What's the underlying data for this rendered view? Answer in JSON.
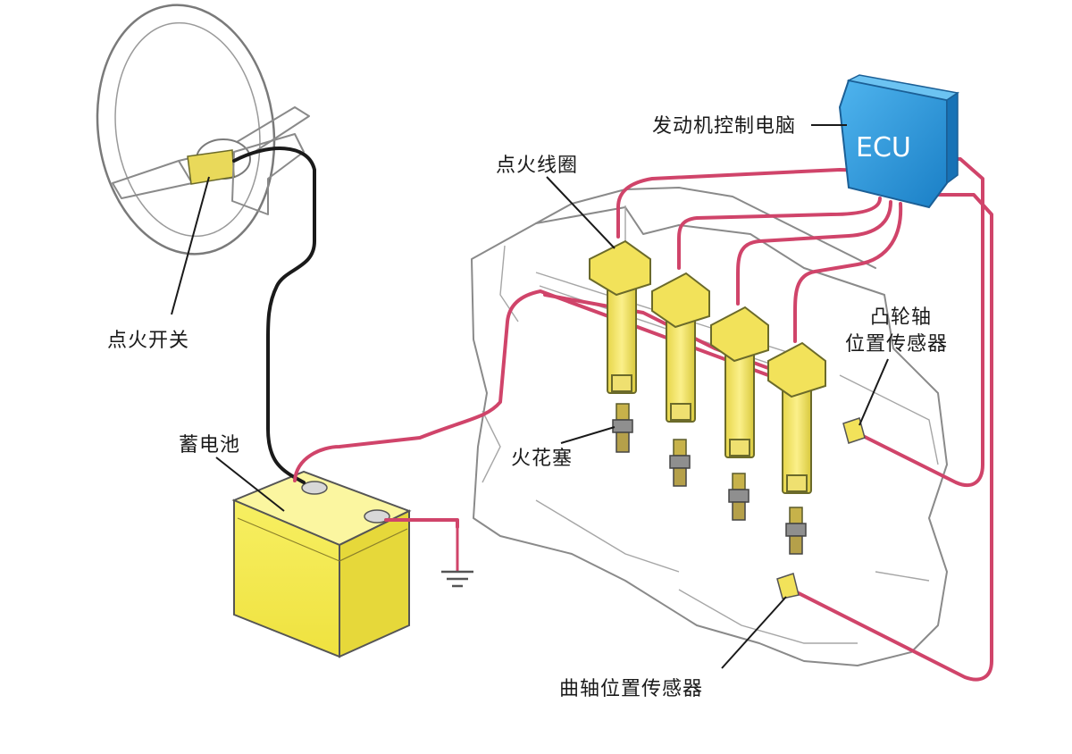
{
  "labels": {
    "ecu_name": "发动机控制电脑",
    "ecu_box": "ECU",
    "ignition_coil": "点火线圈",
    "ignition_switch": "点火开关",
    "battery": "蓄电池",
    "spark_plug": "火花塞",
    "camshaft_sensor_line1": "凸轮轴",
    "camshaft_sensor_line2": "位置传感器",
    "crankshaft_sensor": "曲轴位置传感器"
  },
  "colors": {
    "signal_wire": "#d0446a",
    "power_wire": "#1a1a1a",
    "ecu_blue": "#1f8fd6",
    "coil_yellow": "#f2e25a",
    "battery_yellow": "#f5ec50",
    "outline": "#8a8a8a"
  },
  "icons": [
    "steering-wheel-icon",
    "battery-icon",
    "ground-symbol-icon",
    "ecu-box-icon",
    "ignition-coil-icon",
    "spark-plug-icon",
    "sensor-icon"
  ]
}
